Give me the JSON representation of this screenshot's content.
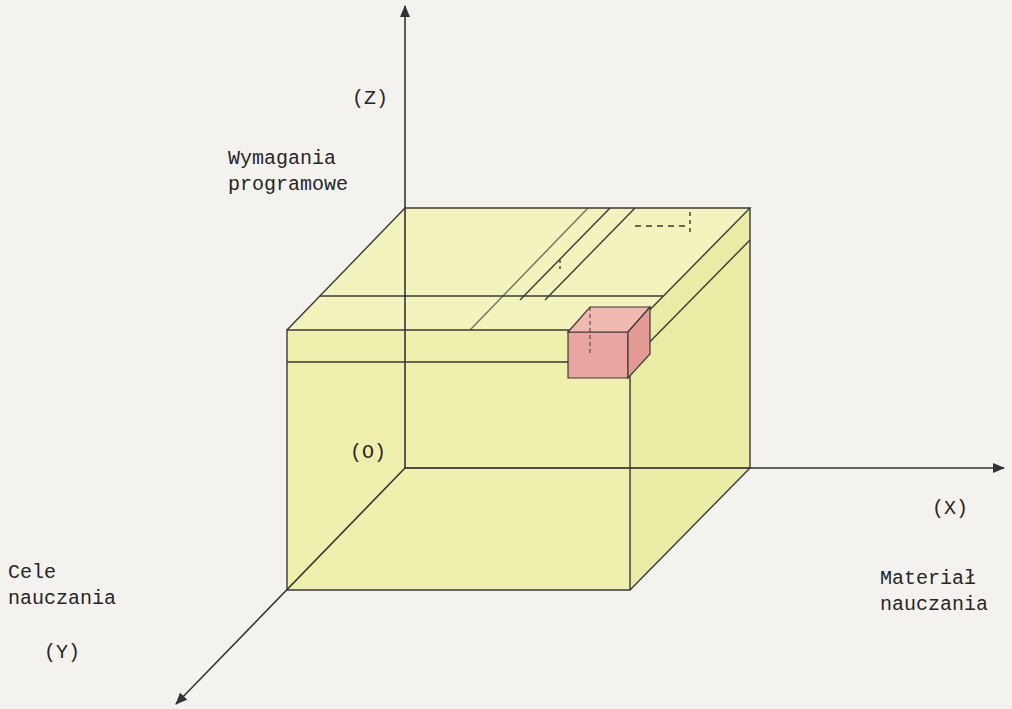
{
  "diagram": {
    "labels": [
      "(Z)",
      "Wymagania programowe",
      "(O)",
      "(X)",
      "Cele nauczania",
      "Materiał nauczania",
      "(Y)"
    ]
  }
}
